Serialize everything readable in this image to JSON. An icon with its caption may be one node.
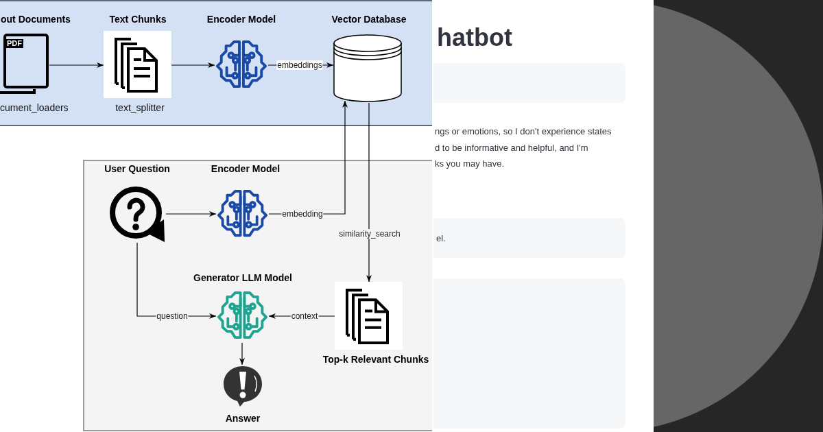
{
  "diagram": {
    "nodes": [
      {
        "text": [],
        "shape": "box"
      },
      {
        "text": [
          "out Documents",
          "PDF"
        ],
        "beside": [
          "cument_loaders"
        ],
        "in": 0
      },
      {
        "text": [
          "Text Chunks"
        ],
        "beside": [
          "text_splitter"
        ],
        "in": 0
      },
      {
        "text": [
          "Encoder Model"
        ],
        "in": 0
      },
      {
        "text": [
          "Vector Database"
        ],
        "in": 0
      },
      {
        "text": [],
        "shape": "box"
      },
      {
        "text": [
          "User Question"
        ],
        "in": 5
      },
      {
        "text": [
          "Encoder Model"
        ],
        "in": 5
      },
      {
        "text": [
          "Generator LLM Model"
        ],
        "in": 5
      },
      {
        "text": [
          "Top-k Relevant Chunks"
        ],
        "in": 5
      },
      {
        "text": [
          "Answer"
        ],
        "in": 5
      },
      {
        "text": [],
        "shape": "box"
      },
      {
        "text": [
          "el."
        ]
      },
      {
        "text": [],
        "shape": "box"
      }
    ],
    "edges": [
      {
        "from": 1,
        "to": 2,
        "arrow": "to"
      },
      {
        "from": 2,
        "to": 3,
        "arrow": "to"
      },
      {
        "from": 3,
        "to": 4,
        "arrow": "to",
        "label": "embeddings"
      },
      {
        "from": 6,
        "to": 7,
        "arrow": "to"
      },
      {
        "from": 7,
        "to": 4,
        "arrow": "to",
        "label": "embedding"
      },
      {
        "from": 4,
        "to": 9,
        "arrow": "to",
        "label": "similarity_search"
      },
      {
        "from": 6,
        "to": 8,
        "arrow": "to",
        "label": "question"
      },
      {
        "from": 9,
        "to": 8,
        "arrow": "to",
        "label": "context"
      },
      {
        "from": 8,
        "to": 10,
        "arrow": "to"
      }
    ],
    "labels": [
      "hatbot",
      "ngs or emotions, so I don't experience states",
      "d to be informative and helpful, and I'm",
      "ks you may have."
    ]
  }
}
